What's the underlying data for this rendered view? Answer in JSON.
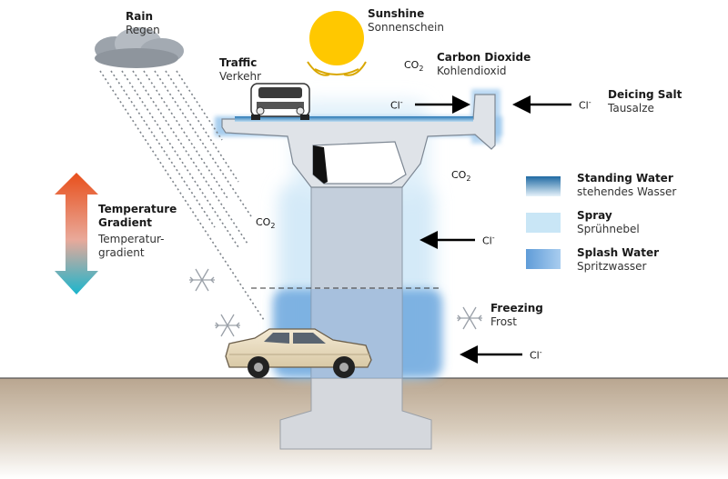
{
  "labels": {
    "rain": {
      "en": "Rain",
      "de": "Regen"
    },
    "sunshine": {
      "en": "Sunshine",
      "de": "Sonnenschein"
    },
    "traffic": {
      "en": "Traffic",
      "de": "Verkehr"
    },
    "carbon_dioxide": {
      "en": "Carbon Dioxide",
      "de": "Kohlendioxid"
    },
    "deicing_salt": {
      "en": "Deicing Salt",
      "de": "Tausalze"
    },
    "temperature_gradient": {
      "en_line1": "Temperature",
      "en_line2": "Gradient",
      "de_line1": "Temperatur-",
      "de_line2": "gradient"
    },
    "freezing": {
      "en": "Freezing",
      "de": "Frost"
    }
  },
  "chemicals": {
    "co2_base": "CO",
    "co2_sub": "2",
    "cl_base": "Cl",
    "cl_sup": "-"
  },
  "legend": [
    {
      "en": "Standing Water",
      "de": "stehendes Wasser",
      "color_top": "#1f6aa3",
      "color_bottom": "#e6f2fa"
    },
    {
      "en": "Spray",
      "de": "Sprühnebel",
      "color_top": "#c9e6f6",
      "color_bottom": "#c9e6f6"
    },
    {
      "en": "Splash Water",
      "de": "Spritzwasser",
      "color_top": "#6fa8de",
      "color_bottom": "#9dc6ec"
    }
  ],
  "colors": {
    "gradient_warm": "#e84f1b",
    "gradient_cool": "#1ab5cc",
    "sun": "#ffc800",
    "concrete": "#d8dbe0",
    "ground": "#c9b9a5"
  }
}
